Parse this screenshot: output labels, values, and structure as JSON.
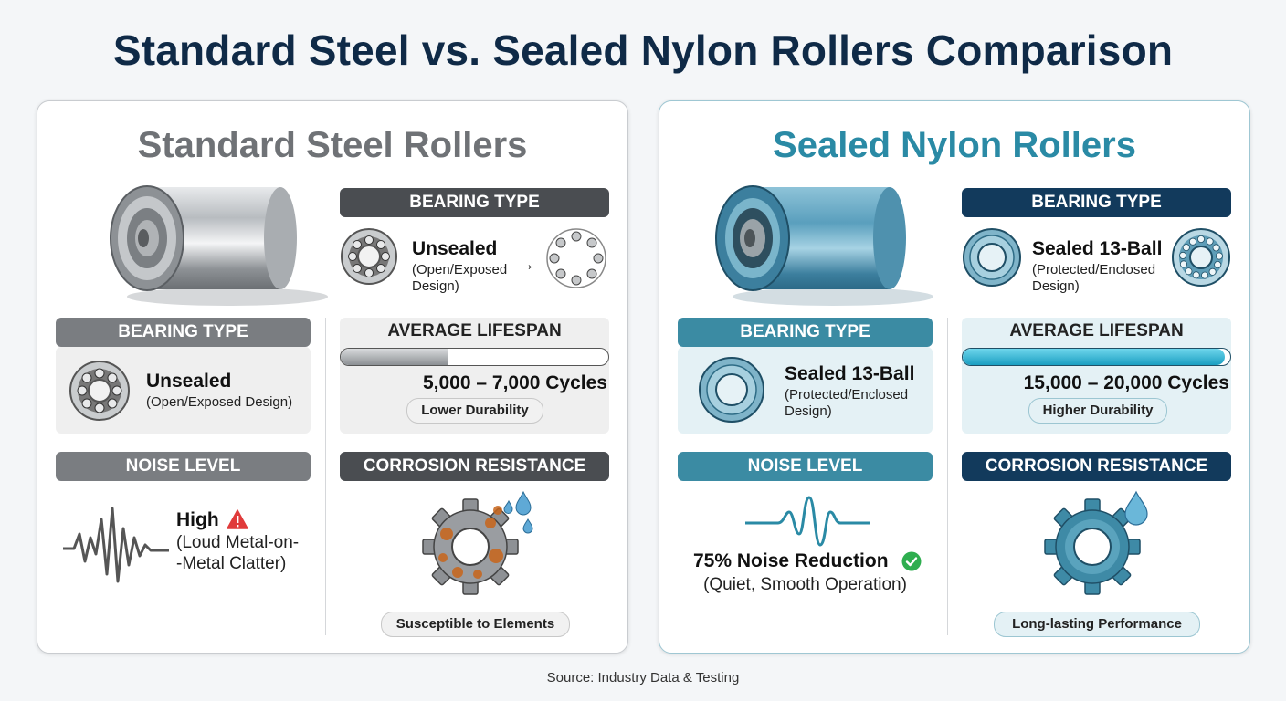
{
  "title": "Standard Steel vs. Sealed Nylon Rollers Comparison",
  "source": "Source: Industry Data & Testing",
  "colors": {
    "steel_dark": "#4a4d51",
    "steel_mid": "#7a7d81",
    "nylon_navy": "#123a5c",
    "nylon_teal": "#3b8ba3",
    "warning_red": "#e03b3b",
    "success_green": "#2eae4f",
    "rust": "#c8651b"
  },
  "left": {
    "title": "Standard Steel Rollers",
    "bearing_top": {
      "header": "BEARING TYPE",
      "value": "Unsealed",
      "detail_line1": "(Open/Exposed",
      "detail_line2": "Design)",
      "arrow": "→"
    },
    "bearing_card": {
      "header": "BEARING TYPE",
      "value": "Unsealed",
      "detail": "(Open/Exposed Design)"
    },
    "lifespan": {
      "header": "AVERAGE LIFESPAN",
      "value": "5,000 – 7,000 Cycles",
      "tag": "Lower Durability",
      "fill_fraction": 0.4
    },
    "noise": {
      "header": "NOISE LEVEL",
      "value": "High",
      "detail_line1": "(Loud Metal-on-",
      "detail_line2": "-Metal Clatter)",
      "icon": "warning-icon"
    },
    "corrosion": {
      "header": "CORROSION RESISTANCE",
      "tag": "Susceptible to Elements",
      "icon": "rusty-gear-icon"
    }
  },
  "right": {
    "title": "Sealed Nylon Rollers",
    "bearing_top": {
      "header": "BEARING TYPE",
      "value": "Sealed 13-Ball",
      "detail_line1": "(Protected/Enclosed",
      "detail_line2": "Design)"
    },
    "bearing_card": {
      "header": "BEARING TYPE",
      "value": "Sealed 13-Ball",
      "detail_line1": "(Protected/Enclosed",
      "detail_line2": "Design)"
    },
    "lifespan": {
      "header": "AVERAGE LIFESPAN",
      "value": "15,000 – 20,000 Cycles",
      "tag": "Higher Durability",
      "fill_fraction": 0.98
    },
    "noise": {
      "header": "NOISE LEVEL",
      "value": "75% Noise Reduction",
      "detail": "(Quiet, Smooth Operation)",
      "icon": "check-icon"
    },
    "corrosion": {
      "header": "CORROSION RESISTANCE",
      "tag": "Long-lasting Performance",
      "icon": "clean-gear-icon"
    }
  }
}
